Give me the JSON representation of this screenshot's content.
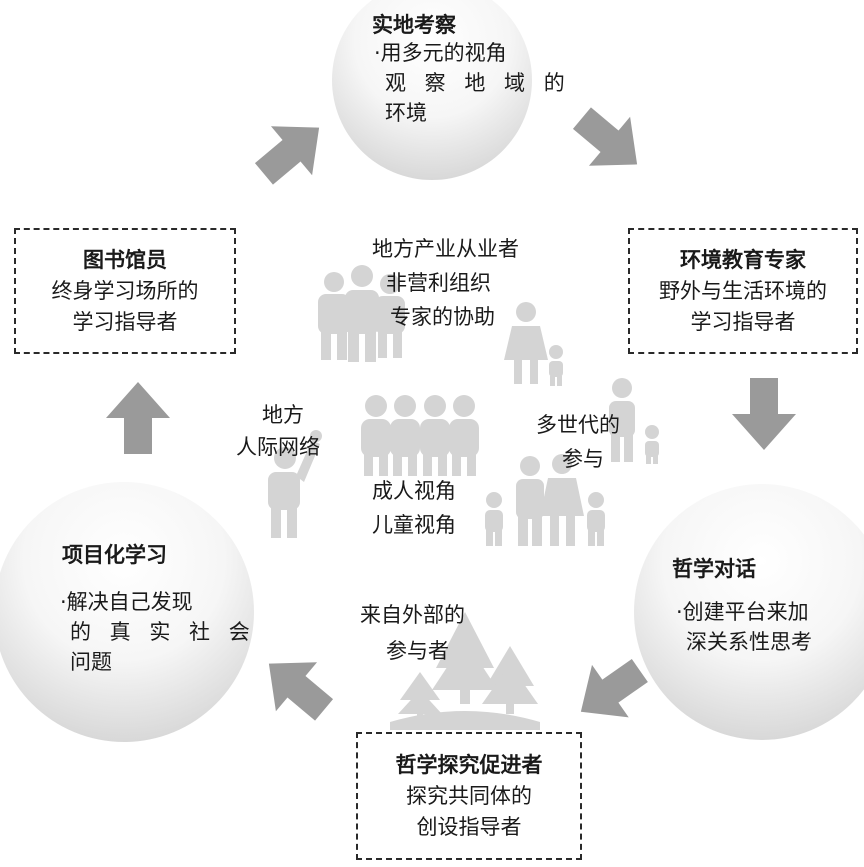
{
  "colors": {
    "arrow": "#9a9a9a",
    "figure": "#d4d4d4",
    "text": "#1a1a1a",
    "circle_light": "#ffffff",
    "circle_dark": "#dddddd"
  },
  "top_circle": {
    "title": "实地考察",
    "lines": [
      "·用多元的视角",
      "观 察 地 域 的",
      "环境"
    ]
  },
  "right_circle": {
    "title": "哲学对话",
    "lines": [
      "·创建平台来加",
      "深关系性思考"
    ]
  },
  "left_circle": {
    "title": "项目化学习",
    "lines": [
      "·解决自己发现",
      "的 真 实 社 会",
      "问题"
    ]
  },
  "box_left": {
    "title": "图书馆员",
    "lines": [
      "终身学习场所的",
      "学习指导者"
    ]
  },
  "box_right": {
    "title": "环境教育专家",
    "lines": [
      "野外与生活环境的",
      "学习指导者"
    ]
  },
  "box_bottom": {
    "title": "哲学探究促进者",
    "lines": [
      "探究共同体的",
      "创设指导者"
    ]
  },
  "center_labels": {
    "industry": [
      "地方产业从业者",
      "非营利组织",
      "专家的协助"
    ],
    "network": [
      "地方",
      "人际网络"
    ],
    "multigen": [
      "多世代的",
      "参与"
    ],
    "perspectives": [
      "成人视角",
      "儿童视角"
    ],
    "external": [
      "来自外部的",
      "参与者"
    ]
  },
  "icons": {
    "people_group": "people-group-icon",
    "parent_child": "parent-child-icon",
    "children_row": "children-group-icon",
    "waving_person": "waving-person-icon",
    "family": "family-icon",
    "elder_child": "elder-child-icon",
    "forest": "forest-icon",
    "cycle_arrow": "cycle-arrow-icon"
  }
}
